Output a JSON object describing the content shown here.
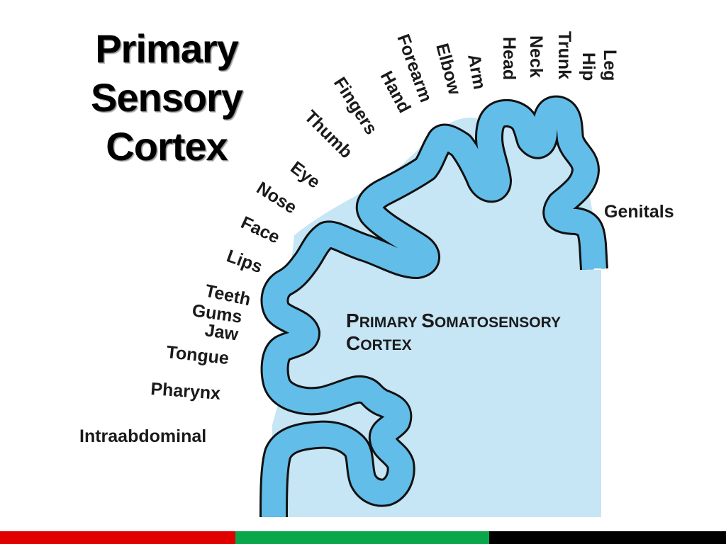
{
  "title": {
    "lines": [
      "Primary",
      "Sensory",
      "Cortex"
    ]
  },
  "diagram": {
    "cortex_label": {
      "cap1": "P",
      "rest1": "RIMARY ",
      "cap2": "S",
      "rest2": "OMATOSENSORY",
      "cap3": "C",
      "rest3": "ORTEX"
    },
    "body_parts": {
      "leg": "Leg",
      "hip": "Hip",
      "trunk": "Trunk",
      "neck": "Neck",
      "head": "Head",
      "arm": "Arm",
      "elbow": "Elbow",
      "forearm": "Forearm",
      "hand": "Hand",
      "fingers": "Fingers",
      "thumb": "Thumb",
      "eye": "Eye",
      "nose": "Nose",
      "face": "Face",
      "lips": "Lips",
      "teeth": "Teeth",
      "gums": "Gums",
      "jaw": "Jaw",
      "tongue": "Tongue",
      "pharynx": "Pharynx",
      "intraabdominal": "Intraabdominal",
      "genitals": "Genitals"
    },
    "colors": {
      "gray_matter": "#62bde8",
      "white_matter": "#c6e5f5",
      "outline": "#111111"
    }
  },
  "footer": {
    "colors": [
      "#e00000",
      "#0aa64a",
      "#000000"
    ]
  }
}
